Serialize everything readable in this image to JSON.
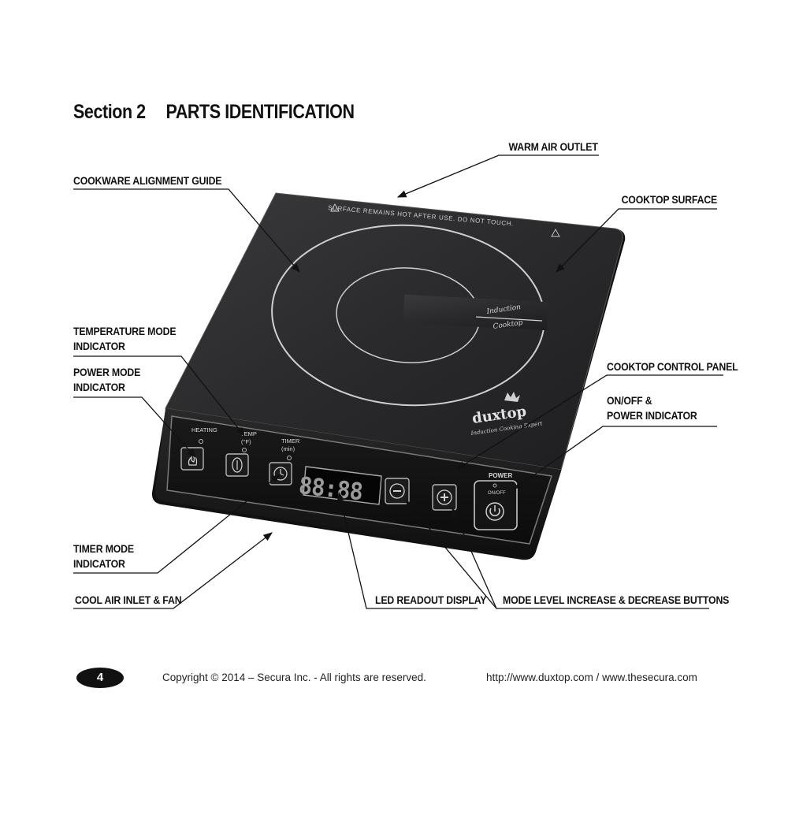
{
  "section": {
    "prefix": "Section 2",
    "title": "PARTS IDENTIFICATION"
  },
  "labels": {
    "warm_air_outlet": "WARM AIR OUTLET",
    "cookware_alignment_guide": "COOKWARE ALIGNMENT GUIDE",
    "cooktop_surface": "COOKTOP SURFACE",
    "temperature_mode_indicator_1": "TEMPERATURE MODE",
    "temperature_mode_indicator_2": "INDICATOR",
    "power_mode_indicator_1": "POWER MODE",
    "power_mode_indicator_2": "INDICATOR",
    "cooktop_control_panel": "COOKTOP CONTROL PANEL",
    "on_off_power_1": "ON/OFF &",
    "on_off_power_2": "POWER INDICATOR",
    "timer_mode_indicator_1": "TIMER MODE",
    "timer_mode_indicator_2": "INDICATOR",
    "cool_air_inlet_fan": "COOL AIR INLET & FAN",
    "led_readout_display": "LED READOUT DISPLAY",
    "mode_level_buttons": "MODE LEVEL INCREASE & DECREASE BUTTONS"
  },
  "device": {
    "warning_text": "SURFACE REMAINS HOT AFTER USE. DO NOT TOUCH.",
    "induction_line1": "Induction",
    "induction_line2": "Cooktop",
    "brand": "duxtop",
    "brand_tagline": "Induction Cooking Expert",
    "panel_heating": "HEATING",
    "panel_temp": "TEMP",
    "panel_temp_unit": "(°F)",
    "panel_timer": "TIMER",
    "panel_timer_unit": "(min)",
    "panel_power": "POWER",
    "panel_onoff": "ON/OFF",
    "led_digits": "88:88"
  },
  "footer": {
    "page_number": "4",
    "copyright": "Copyright © 2014 – Secura Inc. - All rights are reserved.",
    "urls": "http://www.duxtop.com / www.thesecura.com"
  },
  "colors": {
    "device_body": "#1c1c1d",
    "cooktop_glass": "#2b2b2d",
    "trim": "#8a8a8c"
  }
}
